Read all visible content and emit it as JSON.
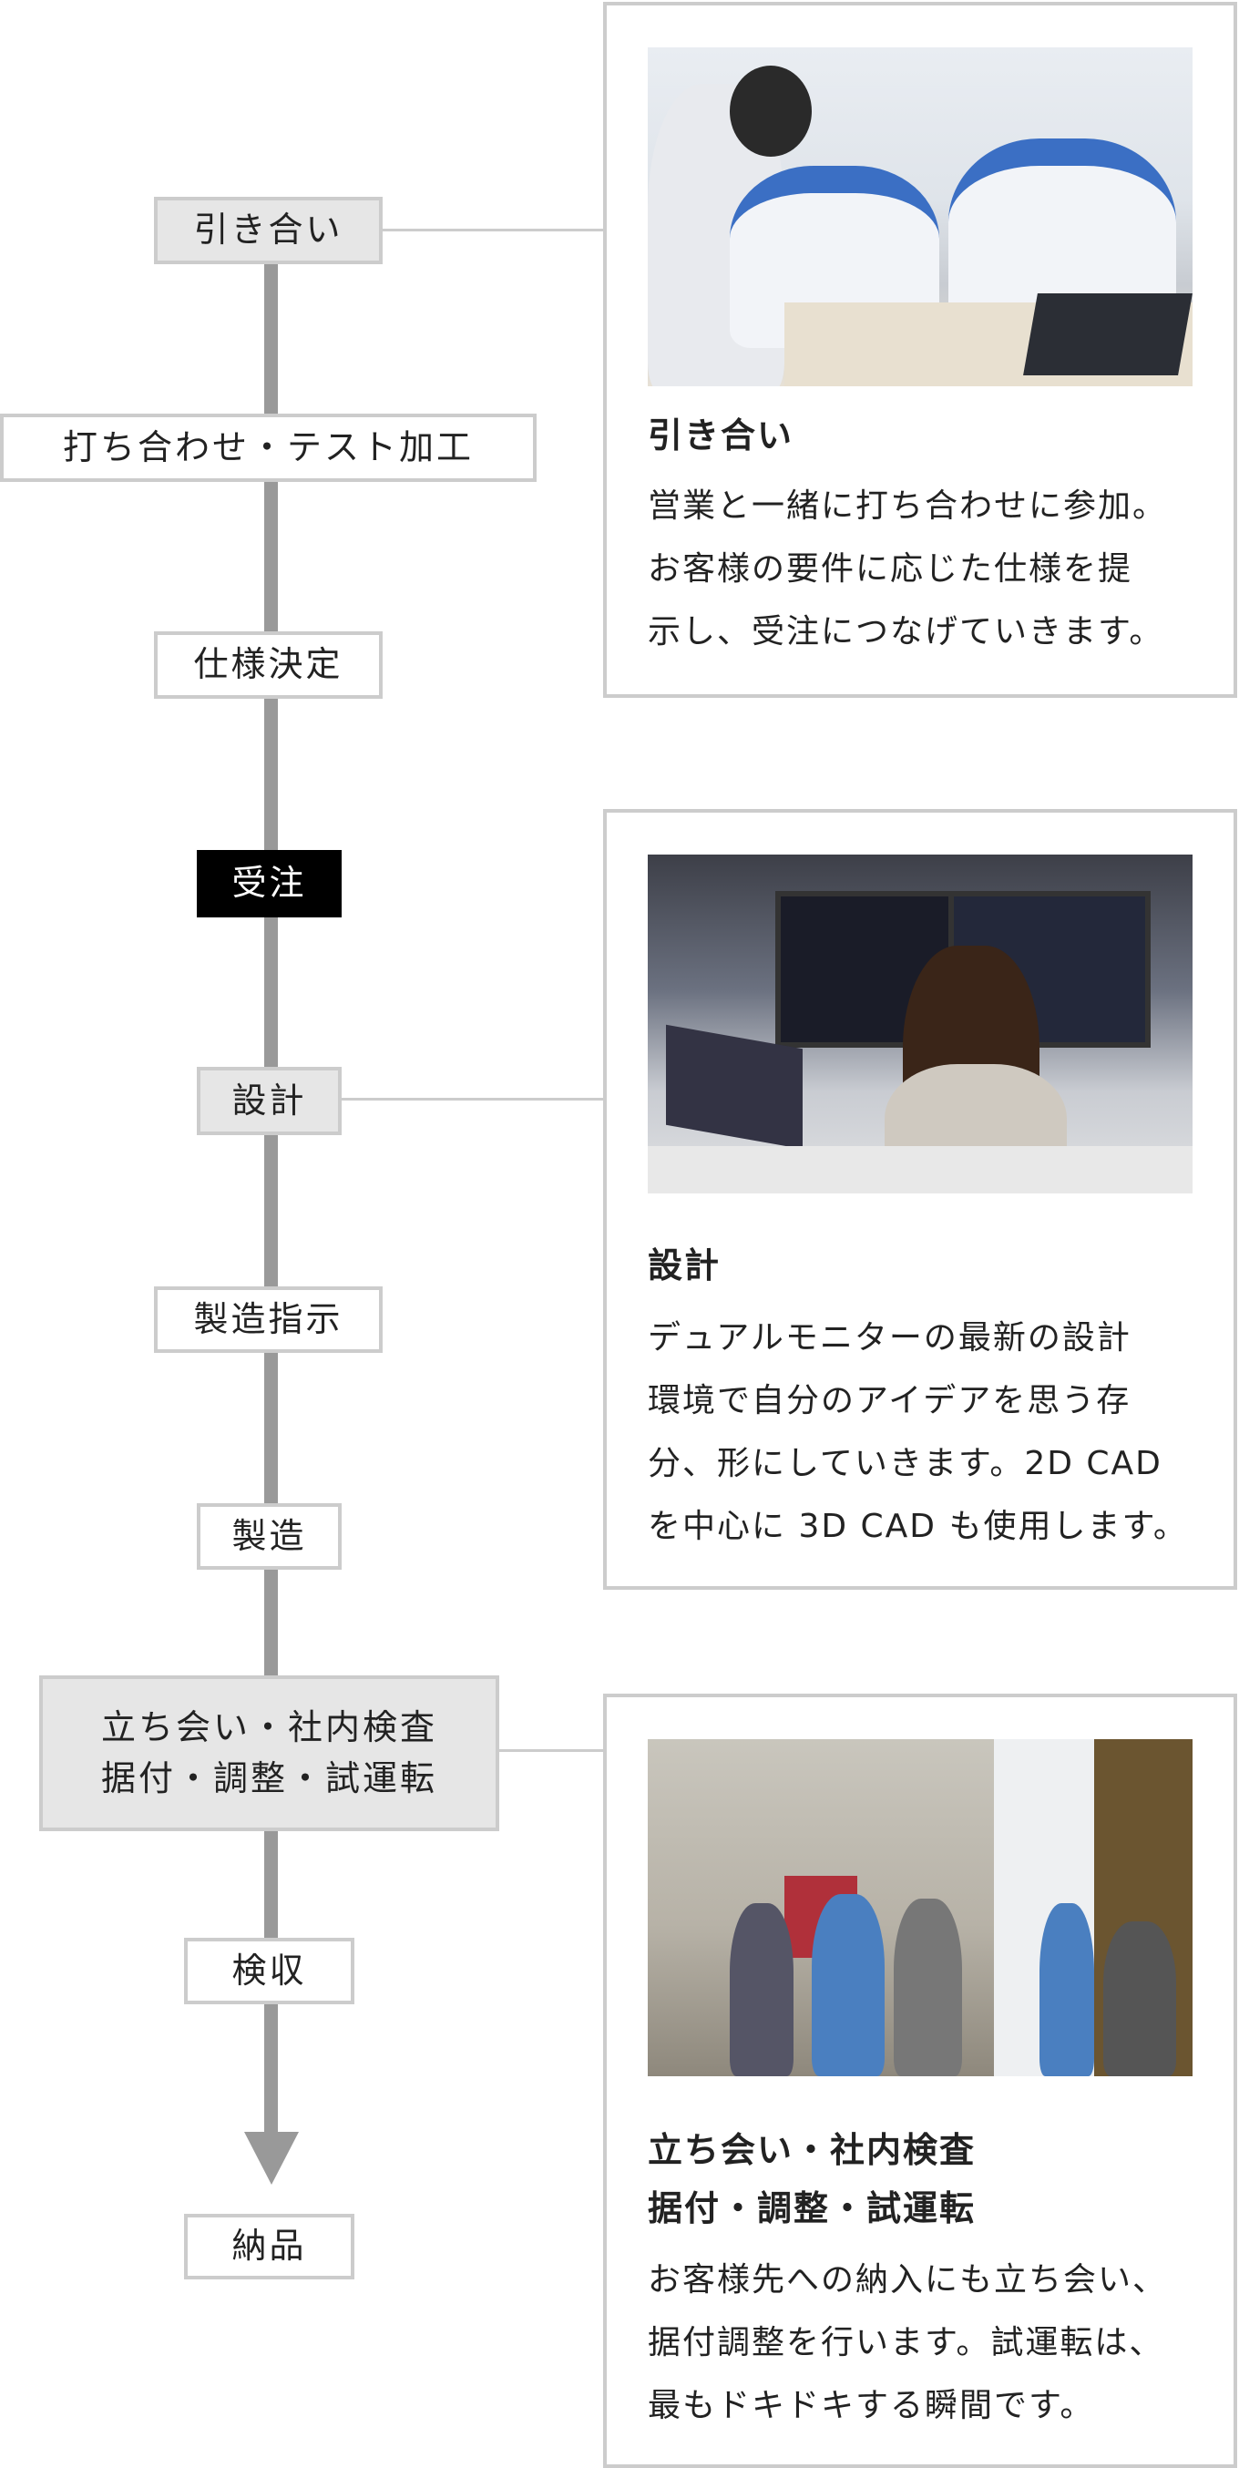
{
  "flow": {
    "steps": [
      {
        "label": "引き合い"
      },
      {
        "label": "打ち合わせ・テスト加工"
      },
      {
        "label": "仕様決定"
      },
      {
        "label": "受注"
      },
      {
        "label": "設計"
      },
      {
        "label": "製造指示"
      },
      {
        "label": "製造"
      },
      {
        "label": "立ち会い・社内検査\n据付・調整・試運転"
      },
      {
        "label": "検収"
      },
      {
        "label": "納品"
      }
    ]
  },
  "cards": [
    {
      "title": "引き合い",
      "body": "営業と一緒に打ち合わせに参加。\nお客様の要件に応じた仕様を提\n示し、受注につなげていきます。"
    },
    {
      "title": "設計",
      "body": "デュアルモニターの最新の設計\n環境で自分のアイデアを思う存\n分、形にしていきます。2D CAD\nを中心に 3D CAD も使用します。"
    },
    {
      "title": "立ち会い・社内検査\n据付・調整・試運転",
      "body": "お客様先への納入にも立ち会い、\n据付調整を行います。試運転は、\n最もドキドキする瞬間です。"
    }
  ]
}
